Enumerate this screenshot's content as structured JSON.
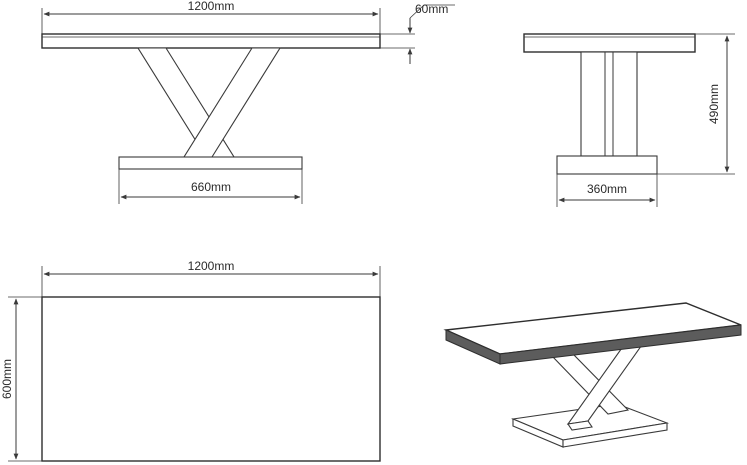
{
  "dimensions": {
    "front_top_width": "1200mm",
    "top_thickness": "60mm",
    "front_base_width": "660mm",
    "side_height": "490mm",
    "side_base_width": "360mm",
    "plan_width": "1200mm",
    "plan_depth": "600mm"
  },
  "colors": {
    "line": "#3a3a3a",
    "background": "#ffffff",
    "top_edge": "#5c5c5c"
  }
}
